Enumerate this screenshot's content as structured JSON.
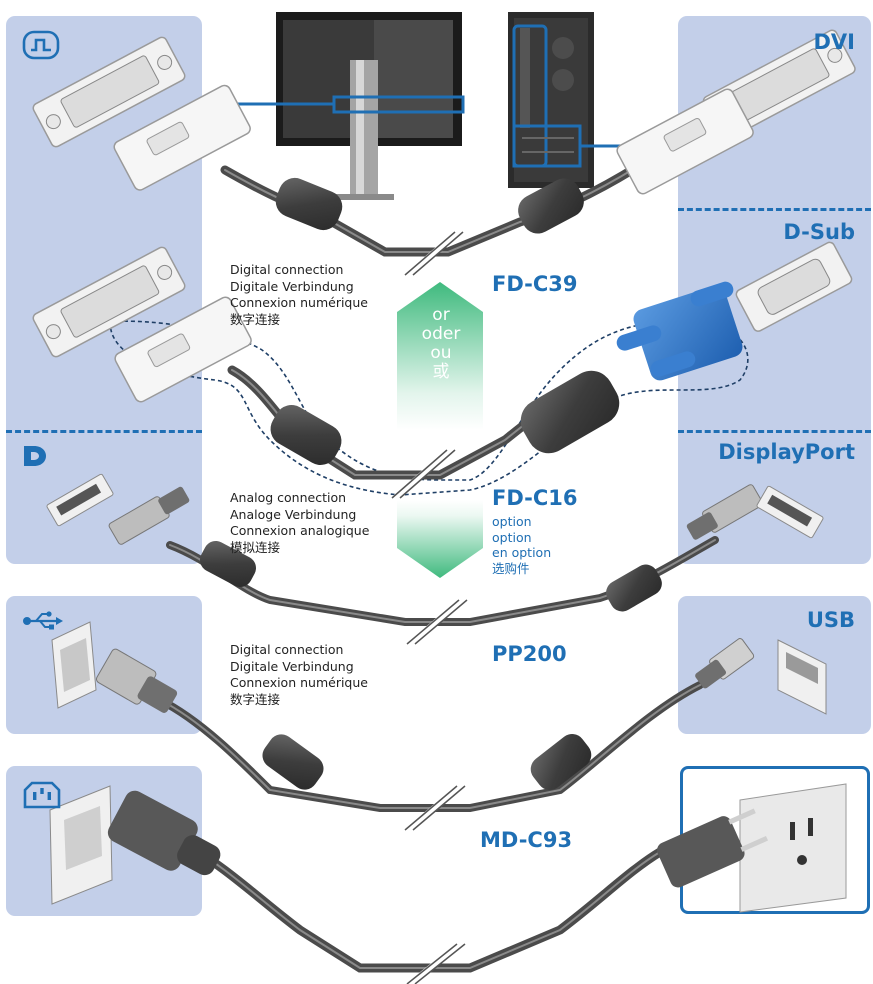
{
  "left_ports": {
    "dvi_icon": "digital-port-icon",
    "dp_icon": "displayport-logo-icon",
    "usb_icon": "usb-symbol-icon",
    "power_icon": "power-inlet-icon"
  },
  "right_ports": {
    "dvi": "DVI",
    "dsub": "D-Sub",
    "displayport": "DisplayPort",
    "usb": "USB"
  },
  "cables": {
    "dvi": {
      "model": "FD-C39",
      "desc": [
        "Digital connection",
        "Digitale Verbindung",
        "Connexion numérique",
        "数字连接"
      ]
    },
    "dsub": {
      "model": "FD-C16",
      "desc": [
        "Analog connection",
        "Analoge Verbindung",
        "Connexion analogique",
        "模拟连接"
      ],
      "option": [
        "option",
        "option",
        "en option",
        "选购件"
      ]
    },
    "usb": {
      "model": "PP200",
      "desc": [
        "Digital connection",
        "Digitale Verbindung",
        "Connexion numérique",
        "数字连接"
      ]
    },
    "power": {
      "model": "MD-C93"
    }
  },
  "or_words": [
    "or",
    "oder",
    "ou",
    "或"
  ],
  "colors": {
    "panel": "#c3cfe9",
    "accent": "#1f6fb4",
    "arrow": "#3fba7e",
    "cable": "#4b4b4b",
    "vga_blue": "#2f74c9"
  }
}
